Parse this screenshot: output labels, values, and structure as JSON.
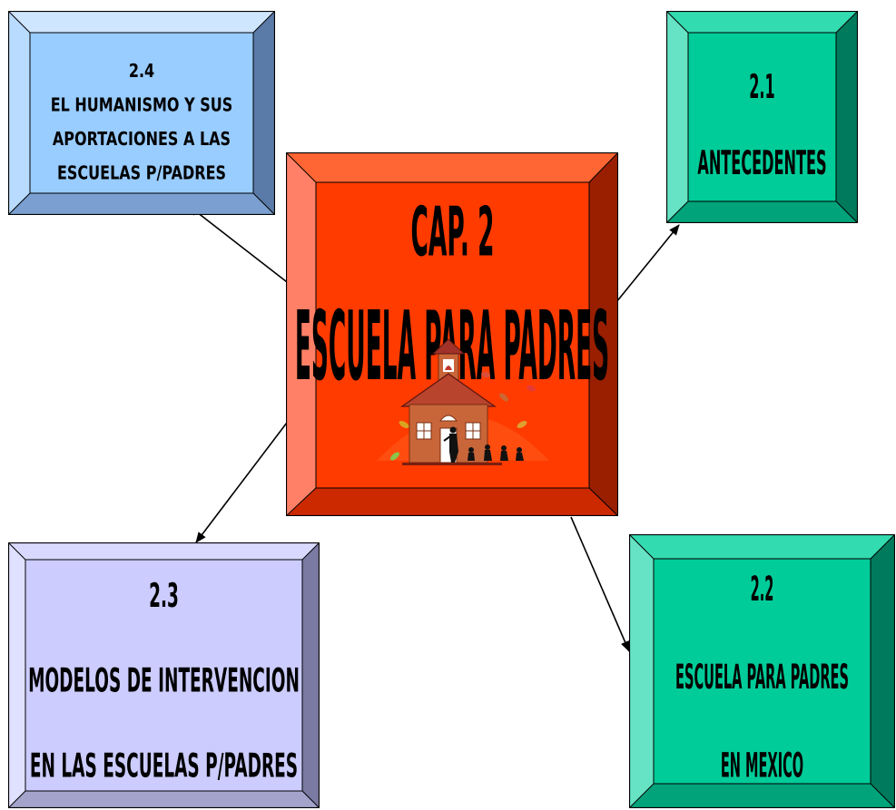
{
  "center": {
    "title": "CAP. 2",
    "subtitle": "ESCUELA PARA PADRES",
    "color": "#ff3b00",
    "illustration": "schoolhouse-with-children-icon"
  },
  "boxes": {
    "b21": {
      "number": "2.1",
      "lines": [
        "ANTECEDENTES"
      ],
      "color": "#00cc99"
    },
    "b22": {
      "number": "2.2",
      "lines": [
        "ESCUELA PARA PADRES",
        "EN MEXICO"
      ],
      "color": "#00cc99"
    },
    "b23": {
      "number": "2.3",
      "lines": [
        "MODELOS DE INTERVENCION",
        "EN LAS ESCUELAS P/PADRES"
      ],
      "color": "#ccccff"
    },
    "b24": {
      "number": "2.4",
      "lines": [
        "EL HUMANISMO Y SUS",
        "APORTACIONES A LAS",
        "ESCUELAS P/PADRES"
      ],
      "color": "#99ccff"
    }
  }
}
